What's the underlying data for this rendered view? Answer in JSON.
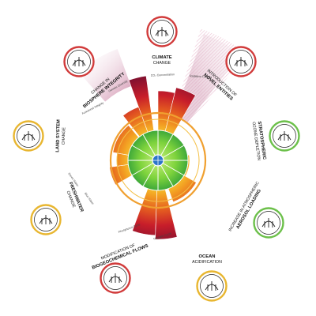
{
  "boundaries": [
    {
      "id": "climate",
      "icon": "climate-icon",
      "status": "high-risk",
      "title_bold": "CLIMATE",
      "title_light": "CHANGE"
    },
    {
      "id": "novel",
      "icon": "novel-entities-icon",
      "status": "high-risk",
      "title_light": "INTRODUCTION OF",
      "title_bold": "NOVEL ENTITIES"
    },
    {
      "id": "ozone",
      "icon": "ozone-icon",
      "status": "safe",
      "title_bold": "STRATOSPHERIC",
      "title_light": "OZONE DEPLETION"
    },
    {
      "id": "aerosol",
      "icon": "aerosol-icon",
      "status": "safe",
      "title_light": "INCREASE IN ATMOSPHERIC",
      "title_bold": "AEROSOL LOADING"
    },
    {
      "id": "ocean",
      "icon": "ocean-icon",
      "status": "increasing-risk",
      "title_bold": "OCEAN",
      "title_light": "ACIDIFICATION"
    },
    {
      "id": "biogeo",
      "icon": "biogeochemical-icon",
      "status": "high-risk",
      "title_light": "MODIFICATION OF",
      "title_bold": "BIOGEOCHEMICAL FLOWS"
    },
    {
      "id": "freshwater",
      "icon": "freshwater-icon",
      "status": "increasing-risk",
      "title_bold": "FRESHWATER",
      "title_light": "CHANGE"
    },
    {
      "id": "land",
      "icon": "land-system-icon",
      "status": "increasing-risk",
      "title_bold": "LAND SYSTEM",
      "title_light": "CHANGE"
    },
    {
      "id": "biosphere",
      "icon": "biosphere-icon",
      "status": "high-risk",
      "title_light": "CHANGE IN",
      "title_bold": "BIOSPHERE INTEGRITY"
    }
  ],
  "sub_labels": {
    "co2": "CO₂ Concentration",
    "radiative": "Radiative Forcing",
    "genetic": "Genetic Diversity",
    "functional": "Functional Integrity",
    "green_water": "Green Water",
    "blue_water": "Blue Water",
    "phosphorus": "Phosphorus Cycle",
    "nitrogen": "Nitrogen Cycle"
  },
  "colors": {
    "safe": "#3fb23a",
    "increasing": "#f5a623",
    "high": "#c8102e",
    "ring_safe": "#6cc04a",
    "ring_increasing": "#e8b630",
    "ring_high": "#d13b3b",
    "orange_circle": "#f0a030",
    "dark_red": "#7a0e2a"
  }
}
